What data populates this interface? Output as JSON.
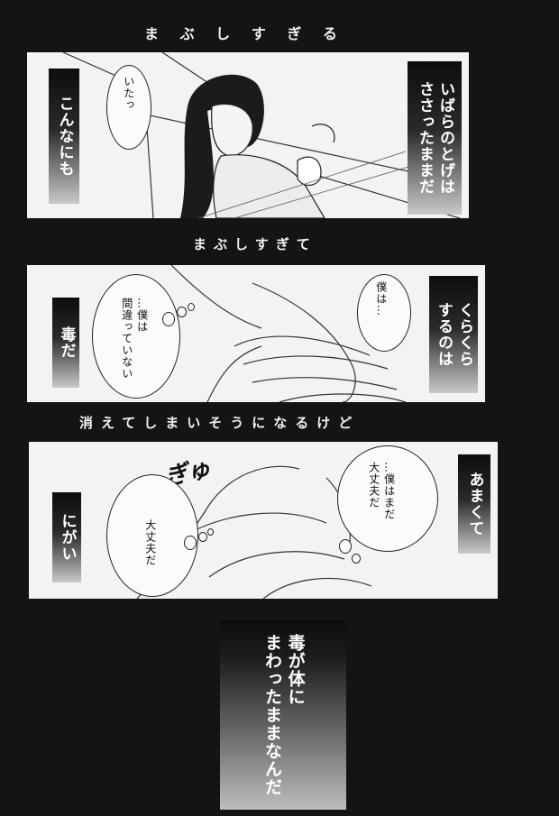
{
  "captions": {
    "top": "ま ぶ し す ぎ る",
    "middle": "まぶしすぎて",
    "lower": "消えてしまいそうになるけど"
  },
  "panel1": {
    "left_box": "こんなにも",
    "bubble": "いたっ",
    "right_box": "いばらのとげは\nささったままだ"
  },
  "panel2": {
    "left_box": "毒だ",
    "thought": "…僕は\n間違っていない",
    "bubble": "僕は…",
    "right_box": "くらくら\nするのは"
  },
  "panel3": {
    "sfx": "ぎゅ",
    "left_box": "にがい",
    "thought": "大丈夫だ",
    "bubble": "…僕はまだ\n大丈夫だ",
    "right_box": "あまくて"
  },
  "final_box": "毒が体に\nまわったままなんだ"
}
